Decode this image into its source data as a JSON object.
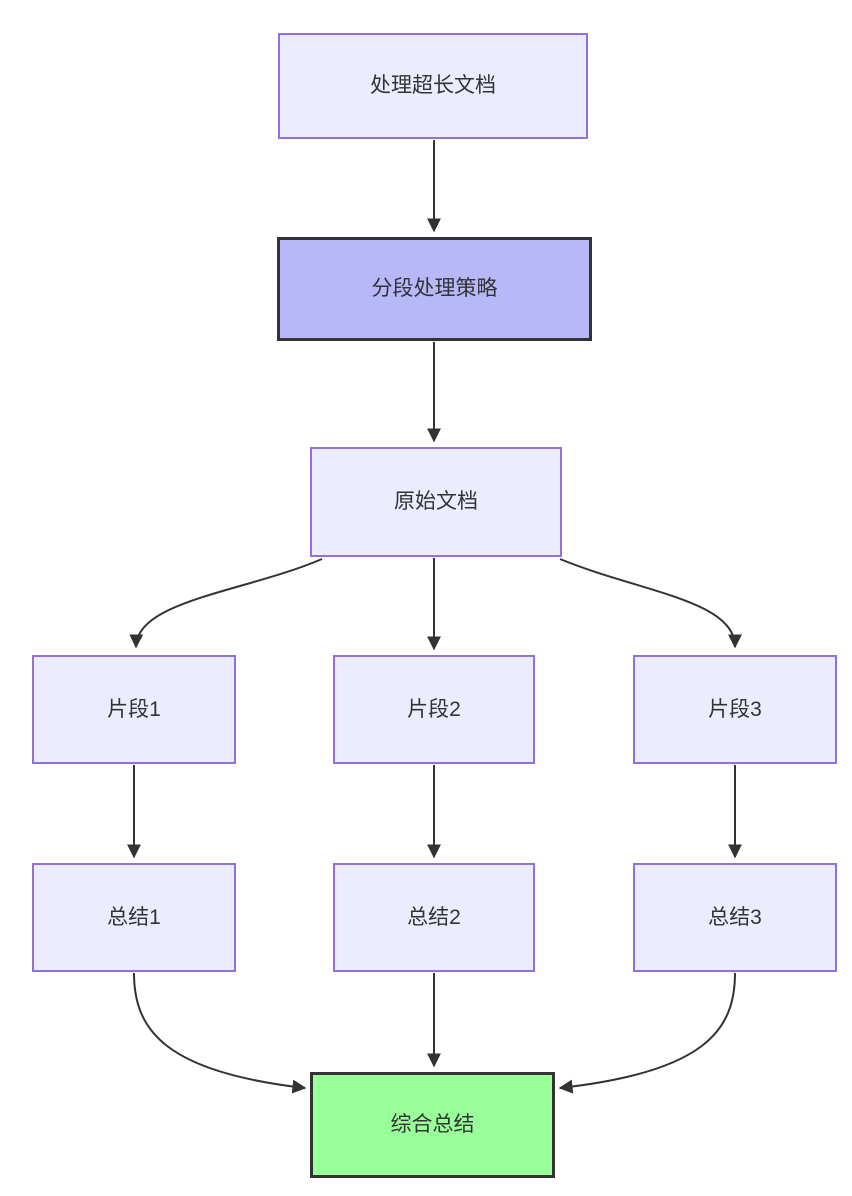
{
  "diagram": {
    "type": "flowchart",
    "direction": "top-down",
    "nodes": [
      {
        "id": "process",
        "label": "处理超长文档",
        "type": "default"
      },
      {
        "id": "strategy",
        "label": "分段处理策略",
        "type": "strategy"
      },
      {
        "id": "source",
        "label": "原始文档",
        "type": "default"
      },
      {
        "id": "chunk1",
        "label": "片段1",
        "type": "default"
      },
      {
        "id": "chunk2",
        "label": "片段2",
        "type": "default"
      },
      {
        "id": "chunk3",
        "label": "片段3",
        "type": "default"
      },
      {
        "id": "summary1",
        "label": "总结1",
        "type": "default"
      },
      {
        "id": "summary2",
        "label": "总结2",
        "type": "default"
      },
      {
        "id": "summary3",
        "label": "总结3",
        "type": "default"
      },
      {
        "id": "final",
        "label": "综合总结",
        "type": "result"
      }
    ],
    "edges": [
      {
        "from": "处理超长文档",
        "to": "分段处理策略"
      },
      {
        "from": "分段处理策略",
        "to": "原始文档"
      },
      {
        "from": "原始文档",
        "to": "片段1"
      },
      {
        "from": "原始文档",
        "to": "片段2"
      },
      {
        "from": "原始文档",
        "to": "片段3"
      },
      {
        "from": "片段1",
        "to": "总结1"
      },
      {
        "from": "片段2",
        "to": "总结2"
      },
      {
        "from": "片段3",
        "to": "总结3"
      },
      {
        "from": "总结1",
        "to": "综合总结"
      },
      {
        "from": "总结2",
        "to": "综合总结"
      },
      {
        "from": "总结3",
        "to": "综合总结"
      }
    ],
    "colors": {
      "node-fill": "#ECECFF",
      "node-stroke": "#9370DB",
      "strategy-fill": "#B8B8F8",
      "result-fill": "#99FF99",
      "dark-stroke": "#333333",
      "edge-color": "#333333",
      "text-color": "#333333",
      "background": "#FFFFFF"
    }
  }
}
